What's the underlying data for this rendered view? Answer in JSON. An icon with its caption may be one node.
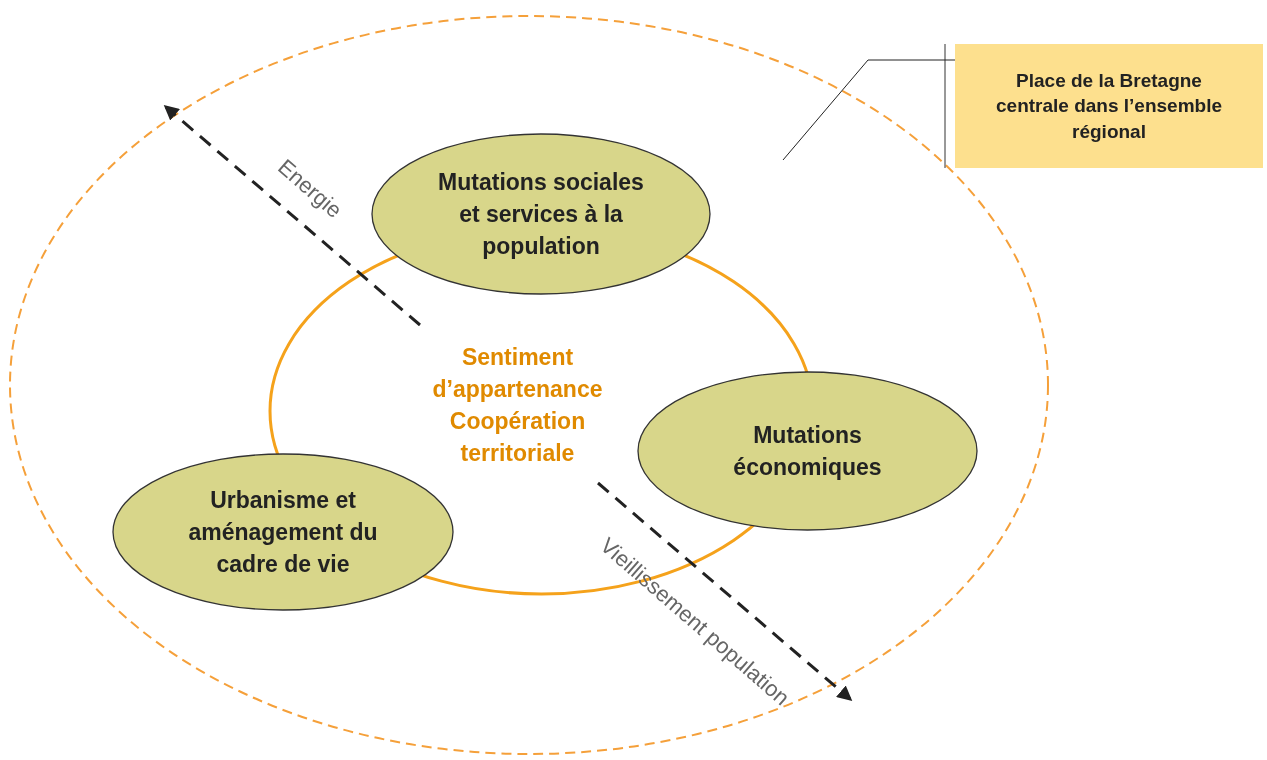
{
  "diagram": {
    "nodes": [
      {
        "text": [],
        "shape": "ellipse"
      },
      {
        "text": [
          "Sentiment d’appartenance Coopération territoriale"
        ],
        "in": 0
      },
      {
        "text": [
          "Mutations sociales et services à la population"
        ],
        "in": 0
      },
      {
        "text": [
          "Mutations économiques"
        ],
        "in": 0
      },
      {
        "text": [
          "Urbanisme et aménagement du cadre de vie"
        ],
        "in": 0
      },
      {
        "text": [
          "Place de la Bretagne centrale dans l’ensemble régional"
        ]
      }
    ],
    "edges": [
      {
        "from": 5,
        "to": 0,
        "arrow": "none"
      },
      {
        "from": 1,
        "to": null,
        "arrow": "to",
        "label": "Energie",
        "style": "dashed"
      },
      {
        "from": 1,
        "to": null,
        "arrow": "to",
        "label": "Vieillissement population",
        "style": "dashed"
      }
    ]
  }
}
